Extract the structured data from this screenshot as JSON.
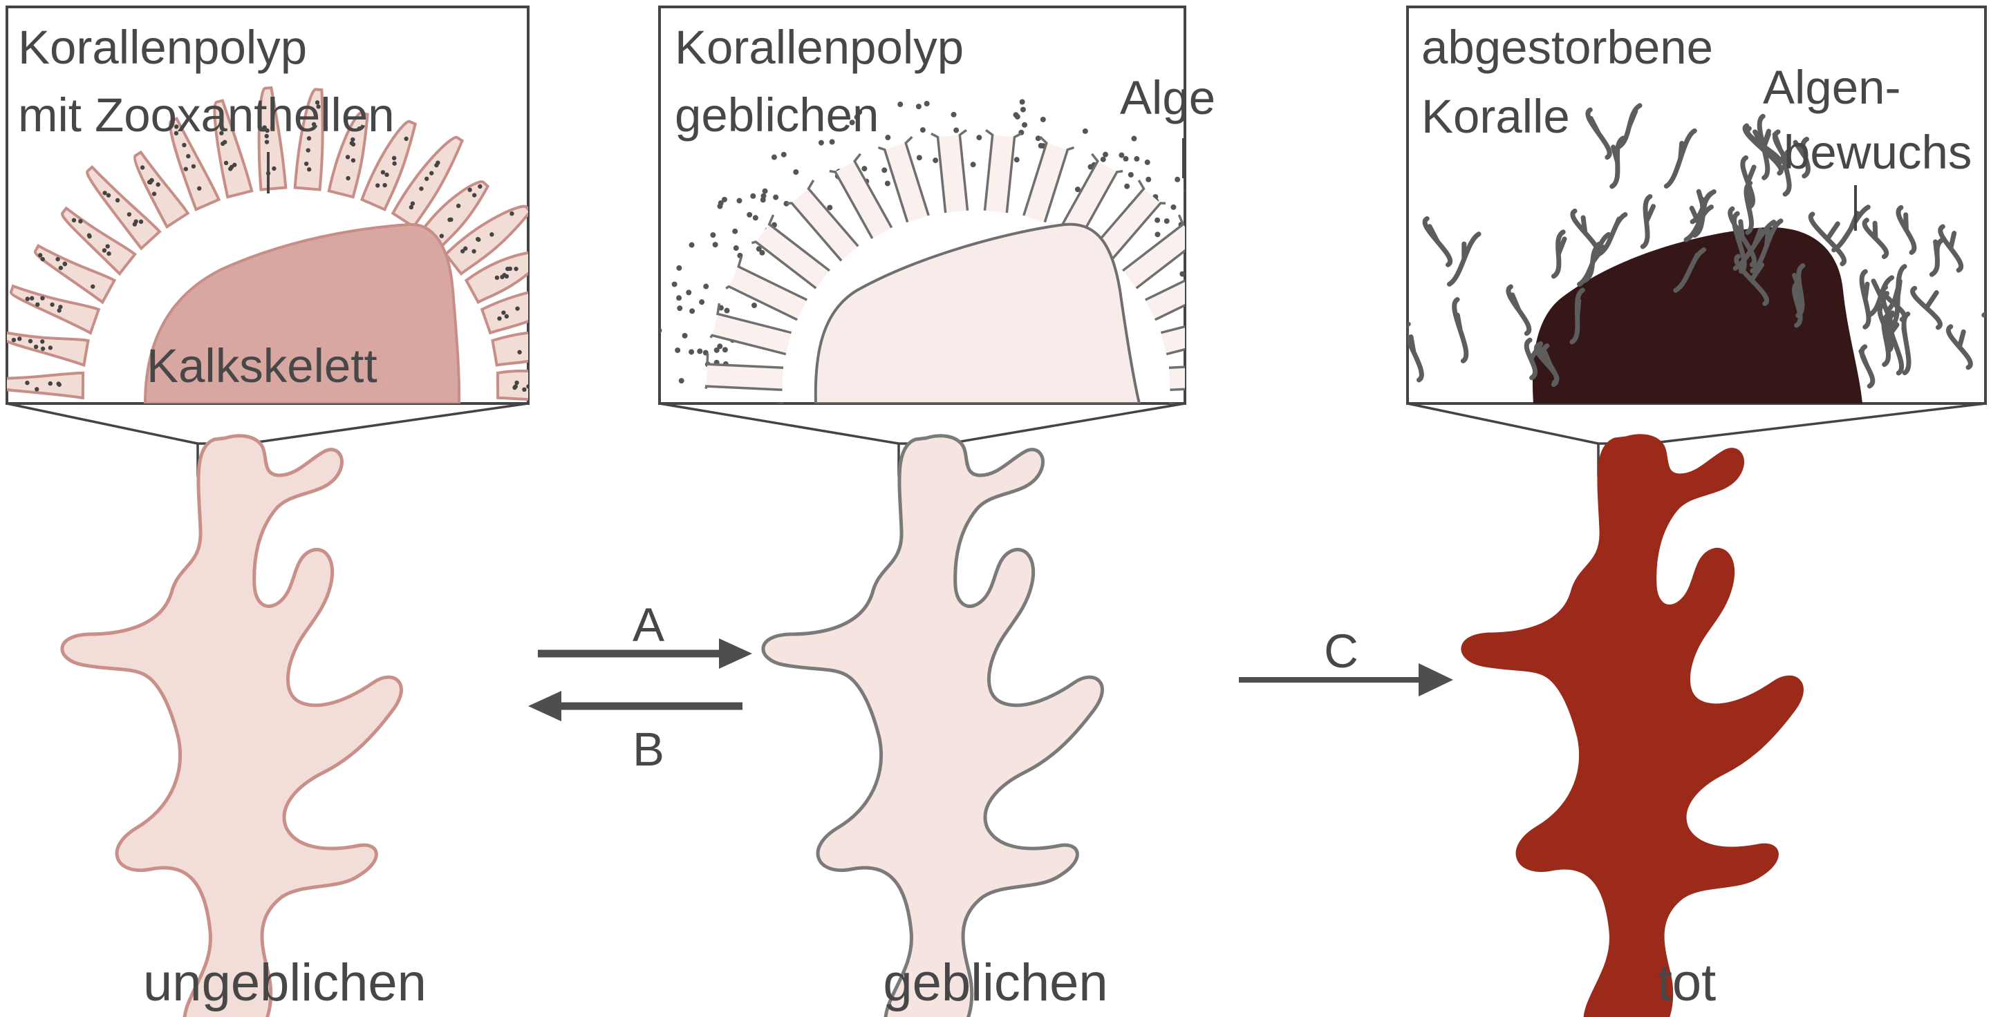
{
  "panels": [
    {
      "id": "ungeblichen",
      "box_title": [
        "Korallenpolyp",
        "mit Zooxanthellen"
      ],
      "inner_label": "Kalkskelett",
      "stage_label": "ungeblichen",
      "colors": {
        "skeleton": "#d9a7a1",
        "skeleton_stroke": "#c78e88",
        "polyp": "#f2dcd6",
        "coral": "#f3ddd8",
        "coral_stroke": "#c98f89"
      }
    },
    {
      "id": "geblichen",
      "box_title": [
        "Korallenpolyp",
        "geblichen"
      ],
      "pointer_label": "Alge",
      "stage_label": "geblichen",
      "colors": {
        "skeleton": "#f8ecea",
        "skeleton_stroke": "#6f6f6f",
        "polyp": "#faf0ee",
        "coral": "#f6e4e1",
        "coral_stroke": "#7a7a7a"
      }
    },
    {
      "id": "tot",
      "box_title": [
        "abgestorbene",
        "Koralle"
      ],
      "pointer_label": [
        "Algen-",
        "bewuchs"
      ],
      "stage_label": "tot",
      "colors": {
        "skeleton": "#351718",
        "algae": "#5d5d5d",
        "coral": "#9b2a1a"
      }
    }
  ],
  "arrows": {
    "A": "A",
    "B": "B",
    "C": "C",
    "color": "#4e4e4e"
  }
}
